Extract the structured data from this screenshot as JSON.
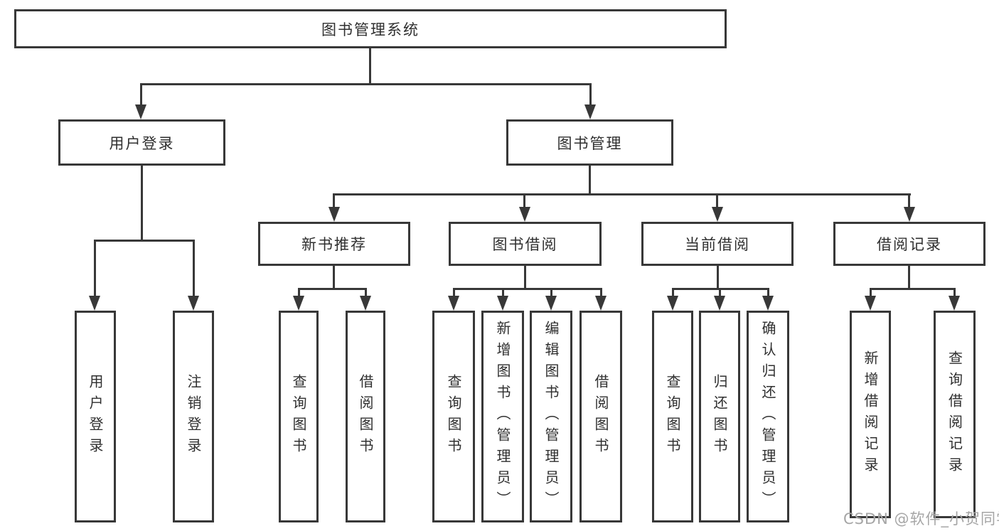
{
  "diagram": {
    "root": {
      "label": "图书管理系统"
    },
    "login_branch": {
      "label": "用户登录",
      "children": [
        {
          "label": "用户登录"
        },
        {
          "label": "注销登录"
        }
      ]
    },
    "mgmt_branch": {
      "label": "图书管理",
      "groups": [
        {
          "label": "新书推荐",
          "children": [
            {
              "label": "查询图书"
            },
            {
              "label": "借阅图书"
            }
          ]
        },
        {
          "label": "图书借阅",
          "children": [
            {
              "label": "查询图书"
            },
            {
              "label": "新增图书（管理员）"
            },
            {
              "label": "编辑图书（管理员）"
            },
            {
              "label": "借阅图书"
            }
          ]
        },
        {
          "label": "当前借阅",
          "children": [
            {
              "label": "查询图书"
            },
            {
              "label": "归还图书"
            },
            {
              "label": "确认归还（管理员）"
            }
          ]
        },
        {
          "label": "借阅记录",
          "children": [
            {
              "label": "新增借阅记录"
            },
            {
              "label": "查询借阅记录"
            }
          ]
        }
      ]
    }
  },
  "watermark": "CSDN @软件_小贺同学",
  "colors": {
    "line": "#383838",
    "background": "#ffffff",
    "watermark": "#a6a6a6"
  }
}
